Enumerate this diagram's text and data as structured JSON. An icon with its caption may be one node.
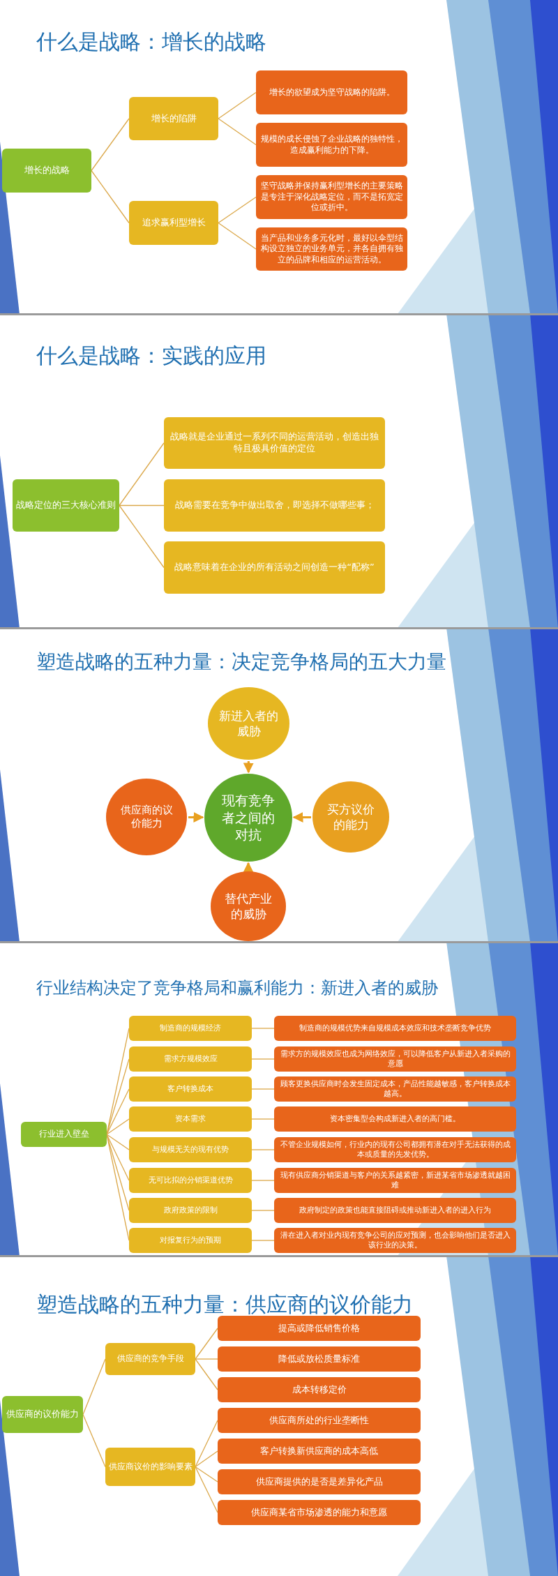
{
  "diagram": {
    "nodes": [
      {
        "text": [
          "增长的战略"
        ]
      },
      {
        "text": [
          "增长的陷阱"
        ]
      },
      {
        "text": [
          "追求赢利型增长"
        ]
      },
      {
        "text": [
          "增长的欲望成为坚守战略的陷阱。"
        ]
      },
      {
        "text": [
          "规模的成长侵蚀了企业战略的独特性，造成赢利能力的下降。"
        ]
      },
      {
        "text": [
          "坚守战略并保持赢利型增长的主要策略是专注于深化战略定位，而不是拓宽定位或折中。"
        ]
      },
      {
        "text": [
          "当产品和业务多元化时，最好以伞型结构设立独立的业务单元，并各自拥有独立的品牌和相应的运营活动。"
        ]
      },
      {
        "text": [
          "战略定位的三大核心准则"
        ]
      },
      {
        "text": [
          "战略就是企业通过一系列不同的运营活动，创造出独特且极具价值的定位"
        ]
      },
      {
        "text": [
          "战略需要在竞争中做出取舍，即选择不做哪些事；"
        ]
      },
      {
        "text": [
          "战略意味着在企业的所有活动之间创造一种“配称”"
        ]
      },
      {
        "text": [
          "新进入者的威胁"
        ]
      },
      {
        "text": [
          "供应商的议价能力"
        ]
      },
      {
        "text": [
          "现有竞争者之间的对抗"
        ]
      },
      {
        "text": [
          "买方议价的能力"
        ]
      },
      {
        "text": [
          "替代产业的威胁"
        ]
      },
      {
        "text": [
          "行业进入壁垒"
        ]
      },
      {
        "text": [
          "制造商的规模经济"
        ]
      },
      {
        "text": [
          "制造商的规模优势来自规模成本效应和技术垄断竞争优势"
        ]
      },
      {
        "text": [
          "需求方规模效应"
        ]
      },
      {
        "text": [
          "需求方的规模效应也成为网络效应，可以降低客户从新进入者采购的意愿"
        ]
      },
      {
        "text": [
          "客户转换成本"
        ]
      },
      {
        "text": [
          "顾客更换供应商时会发生固定成本，产品性能越敏感，客户转换成本越高。"
        ]
      },
      {
        "text": [
          "资本需求"
        ]
      },
      {
        "text": [
          "资本密集型会构成新进入者的高门槛。"
        ]
      },
      {
        "text": [
          "与规模无关的现有优势"
        ]
      },
      {
        "text": [
          "不管企业规模如何，行业内的现有公司都拥有潜在对手无法获得的成本或质量的先发优势。"
        ]
      },
      {
        "text": [
          "无可比拟的分销渠道优势"
        ]
      },
      {
        "text": [
          "现有供应商分销渠道与客户的关系越紧密，新进某省市场渗透就越困难"
        ]
      },
      {
        "text": [
          "政府政策的限制"
        ]
      },
      {
        "text": [
          "政府制定的政策也能直接阻碍或推动新进入者的进入行为"
        ]
      },
      {
        "text": [
          "对报复行为的预期"
        ]
      },
      {
        "text": [
          "潜在进入者对业内现有竞争公司的应对预测，也会影响他们是否进入该行业的决策。"
        ]
      },
      {
        "text": [
          "供应商的议价能力"
        ]
      },
      {
        "text": [
          "供应商的竞争手段"
        ]
      },
      {
        "text": [
          "提高或降低销售价格"
        ]
      },
      {
        "text": [
          "降低或放松质量标准"
        ]
      },
      {
        "text": [
          "成本转移定价"
        ]
      },
      {
        "text": [
          "供应商议价的影响要素"
        ]
      },
      {
        "text": [
          "供应商所处的行业垄断性"
        ]
      },
      {
        "text": [
          "客户转换新供应商的成本高低"
        ]
      },
      {
        "text": [
          "供应商提供的是否是差异化产品"
        ]
      },
      {
        "text": [
          "供应商某省市场渗透的能力和意愿"
        ]
      }
    ],
    "edges": [
      {
        "from": 0,
        "to": 1,
        "arrow": "none"
      },
      {
        "from": 0,
        "to": 2,
        "arrow": "none"
      },
      {
        "from": 1,
        "to": 3,
        "arrow": "none"
      },
      {
        "from": 1,
        "to": 4,
        "arrow": "none"
      },
      {
        "from": 2,
        "to": 5,
        "arrow": "none"
      },
      {
        "from": 2,
        "to": 6,
        "arrow": "none"
      },
      {
        "from": 7,
        "to": 8,
        "arrow": "none"
      },
      {
        "from": 7,
        "to": 9,
        "arrow": "none"
      },
      {
        "from": 7,
        "to": 10,
        "arrow": "none"
      },
      {
        "from": 11,
        "to": 13,
        "arrow": "to"
      },
      {
        "from": 12,
        "to": 13,
        "arrow": "to"
      },
      {
        "from": 14,
        "to": 13,
        "arrow": "to"
      },
      {
        "from": 15,
        "to": 13,
        "arrow": "to"
      },
      {
        "from": 16,
        "to": 17,
        "arrow": "none"
      },
      {
        "from": 17,
        "to": 18,
        "arrow": "none"
      },
      {
        "from": 16,
        "to": 19,
        "arrow": "none"
      },
      {
        "from": 19,
        "to": 20,
        "arrow": "none"
      },
      {
        "from": 16,
        "to": 21,
        "arrow": "none"
      },
      {
        "from": 21,
        "to": 22,
        "arrow": "none"
      },
      {
        "from": 16,
        "to": 23,
        "arrow": "none"
      },
      {
        "from": 23,
        "to": 24,
        "arrow": "none"
      },
      {
        "from": 16,
        "to": 25,
        "arrow": "none"
      },
      {
        "from": 25,
        "to": 26,
        "arrow": "none"
      },
      {
        "from": 16,
        "to": 27,
        "arrow": "none"
      },
      {
        "from": 27,
        "to": 28,
        "arrow": "none"
      },
      {
        "from": 16,
        "to": 29,
        "arrow": "none"
      },
      {
        "from": 29,
        "to": 30,
        "arrow": "none"
      },
      {
        "from": 16,
        "to": 31,
        "arrow": "none"
      },
      {
        "from": 31,
        "to": 32,
        "arrow": "none"
      },
      {
        "from": 33,
        "to": 34,
        "arrow": "none"
      },
      {
        "from": 33,
        "to": 38,
        "arrow": "none"
      },
      {
        "from": 34,
        "to": 35,
        "arrow": "none"
      },
      {
        "from": 34,
        "to": 36,
        "arrow": "none"
      },
      {
        "from": 34,
        "to": 37,
        "arrow": "none"
      },
      {
        "from": 38,
        "to": 39,
        "arrow": "none"
      },
      {
        "from": 38,
        "to": 40,
        "arrow": "none"
      },
      {
        "from": 38,
        "to": 41,
        "arrow": "none"
      },
      {
        "from": 38,
        "to": 42,
        "arrow": "none"
      }
    ],
    "labels": [
      "什么是战略：增长的战略",
      "什么是战略：实践的应用",
      "塑造战略的五种力量：决定竞争格局的五大力量",
      "行业结构决定了竞争格局和赢利能力：新进入者的威胁",
      "塑造战略的五种力量：供应商的议价能力"
    ]
  }
}
